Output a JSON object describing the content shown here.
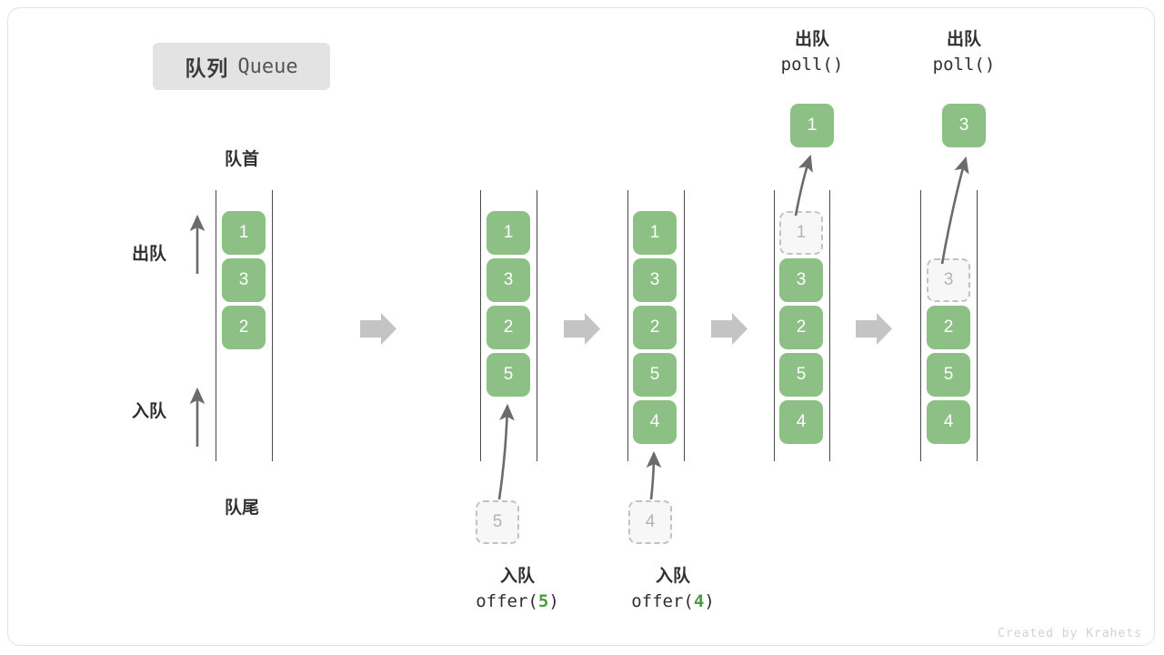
{
  "card": {
    "title_cn": "队列",
    "title_en": "Queue",
    "watermark": "Created by Krahets"
  },
  "labels": {
    "front": "队首",
    "rear": "队尾",
    "dequeue_arrow": "出队",
    "enqueue_arrow": "入队"
  },
  "colors": {
    "cell_fill": "#8cc084",
    "cell_text": "#ffffff",
    "ghost_fill": "#f7f7f7",
    "ghost_border": "#c2c2c2",
    "ghost_text": "#b4b4b4",
    "rail": "#4a4a4a",
    "arrow": "#6b6b6b",
    "step_arrow": "#c4c4c4",
    "badge_bg": "#e3e3e3",
    "accent_green": "#4a9c3f",
    "watermark": "#d2d2d2"
  },
  "diagram": {
    "type": "queue-operation-sequence",
    "stages": [
      {
        "id": "stage-initial",
        "caption_cn": "",
        "caption_code": "",
        "cells": [
          "1",
          "3",
          "2"
        ],
        "ghost_index": -1,
        "floating_cell": null
      },
      {
        "id": "stage-offer-5",
        "caption_cn": "入队",
        "caption_code_prefix": "offer(",
        "caption_code_value": "5",
        "caption_code_suffix": ")",
        "cells": [
          "1",
          "3",
          "2",
          "5"
        ],
        "ghost_index": -1,
        "incoming_ghost": "5",
        "floating_cell": null
      },
      {
        "id": "stage-offer-4",
        "caption_cn": "入队",
        "caption_code_prefix": "offer(",
        "caption_code_value": "4",
        "caption_code_suffix": ")",
        "cells": [
          "1",
          "3",
          "2",
          "5",
          "4"
        ],
        "ghost_index": -1,
        "incoming_ghost": "4",
        "floating_cell": null
      },
      {
        "id": "stage-poll-1",
        "caption_cn": "出队",
        "caption_code": "poll()",
        "cells": [
          "1",
          "3",
          "2",
          "5",
          "4"
        ],
        "ghost_index": 0,
        "floating_cell": "1"
      },
      {
        "id": "stage-poll-3",
        "caption_cn": "出队",
        "caption_code": "poll()",
        "cells": [
          "",
          "3",
          "2",
          "5",
          "4"
        ],
        "ghost_index": 1,
        "floating_cell": "3"
      }
    ]
  }
}
